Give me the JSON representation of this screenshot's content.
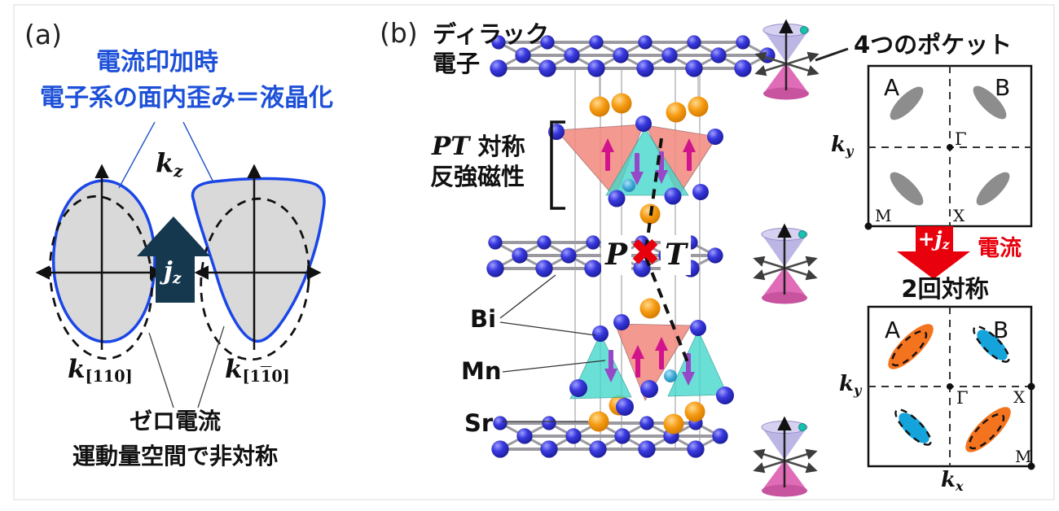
{
  "colors": {
    "title_blue": "#1d50d8",
    "pocket_outline_blue": "#1a46e8",
    "pocket_fill_gray": "#d9d9d9",
    "jz_arrow_navy": "#16384f",
    "red_accent": "#e8000d",
    "pocket_orange": "#f4731f",
    "pocket_cyan": "#14a3da",
    "pocket_gray": "#8d8d8d",
    "sphere_blue": "#2b2bd5",
    "sphere_orange": "#f59a10",
    "polyhedra_red": "#f28b80",
    "polyhedra_cyan": "#45d8cc",
    "spin_up_magenta": "#d1148c",
    "spin_down_purple": "#9548c8",
    "cone_upper_lavender": "#b7b0e2",
    "cone_lower_pink": "#e06cb8"
  },
  "panel_a": {
    "label": "(a)",
    "title_line1": "電流印加時",
    "title_line2": "電子系の面内歪み＝液晶化",
    "kz_base": "k",
    "kz_sub": "z",
    "jz_base": "j",
    "jz_sub": "z",
    "k110_base": "k",
    "k110_sub": "[110]",
    "k1bar10_base": "k",
    "k1bar10_sub_pre": "[1",
    "k1bar10_sub_bar": "1",
    "k1bar10_sub_post": "0]",
    "caption_line1": "ゼロ電流",
    "caption_line2": "運動量空間で非対称"
  },
  "panel_b": {
    "label": "(b)",
    "dirac_line1": "ディラック",
    "dirac_line2": "電子",
    "pt_symmetry_pt": "PT",
    "pt_symmetry_rest": " 対称",
    "pt_symmetry_line2": "反強磁性",
    "parity": "P",
    "time_reversal": "T",
    "cross": "✖",
    "atom_bi": "Bi",
    "atom_mn": "Mn",
    "atom_sr": "Sr",
    "pockets_title": "4つのポケット",
    "plus_jz_base": "+j",
    "plus_jz_sub": "z",
    "current_label": "電流",
    "twofold_title": "2回対称",
    "bz_top": {
      "pocket_a": "A",
      "pocket_b": "B",
      "gamma": "Γ",
      "m": "M",
      "x": "X",
      "ky_base": "k",
      "ky_sub": "y"
    },
    "bz_bottom": {
      "pocket_a": "A",
      "pocket_b": "B",
      "gamma": "Γ",
      "m": "M",
      "x": "X",
      "ky_base": "k",
      "ky_sub": "y",
      "kx_base": "k",
      "kx_sub": "x"
    }
  }
}
